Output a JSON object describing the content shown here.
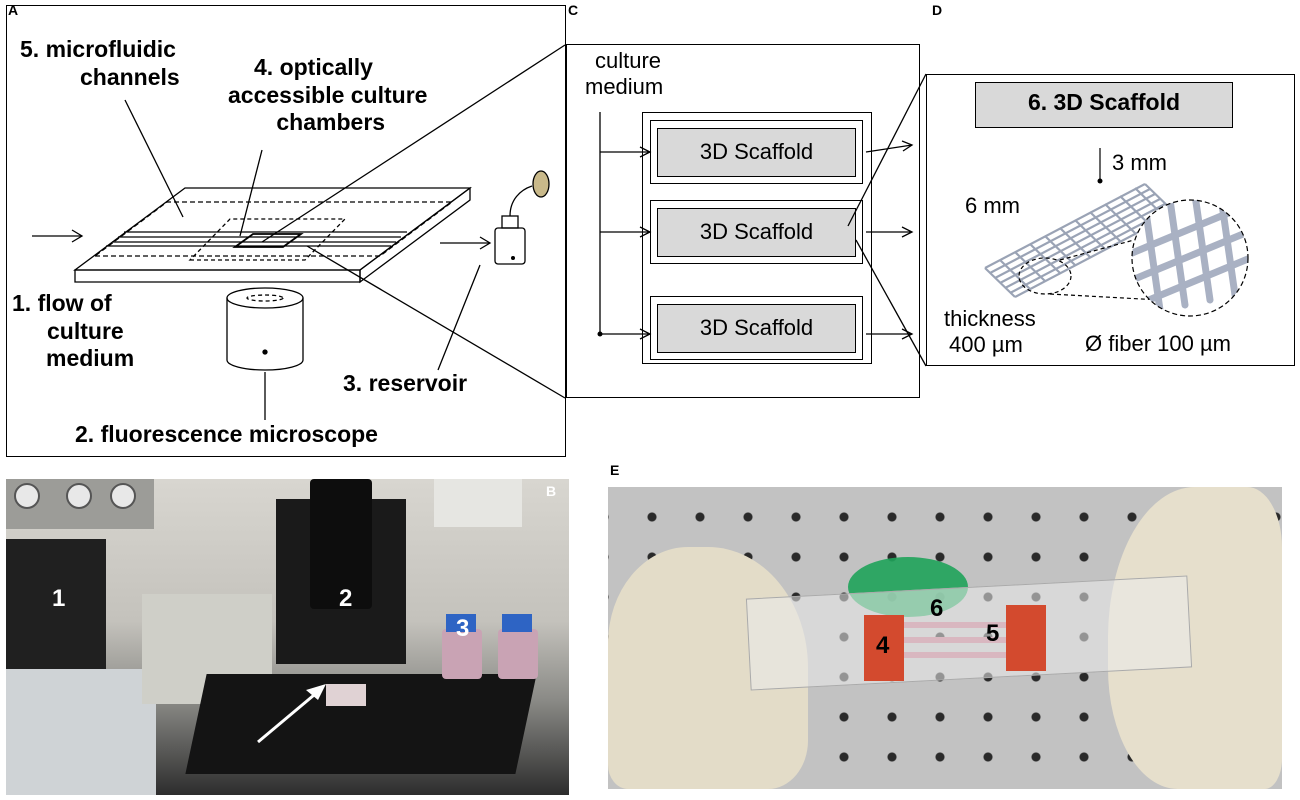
{
  "panels": {
    "a": "A",
    "b": "B",
    "c": "C",
    "d": "D",
    "e": "E"
  },
  "panel_a": {
    "microfluidic_channels": [
      "5. microfluidic",
      "channels"
    ],
    "culture_chambers": [
      "4. optically",
      "accessible culture",
      "chambers"
    ],
    "flow": [
      "1. flow of",
      "culture",
      "medium"
    ],
    "reservoir": "3. reservoir",
    "microscope": "2. fluorescence microscope"
  },
  "panel_c": {
    "culture_medium": [
      "culture",
      "medium"
    ],
    "scaffolds": [
      "3D Scaffold",
      "3D Scaffold",
      "3D Scaffold"
    ]
  },
  "panel_d": {
    "title": "6. 3D Scaffold",
    "width": "3 mm",
    "length": "6 mm",
    "thickness": [
      "thickness",
      "400 µm"
    ],
    "fiber": "Ø fiber 100 µm"
  },
  "panel_b": {
    "labels": [
      "1",
      "2",
      "3"
    ]
  },
  "panel_e": {
    "labels": [
      "4",
      "5",
      "6"
    ]
  }
}
